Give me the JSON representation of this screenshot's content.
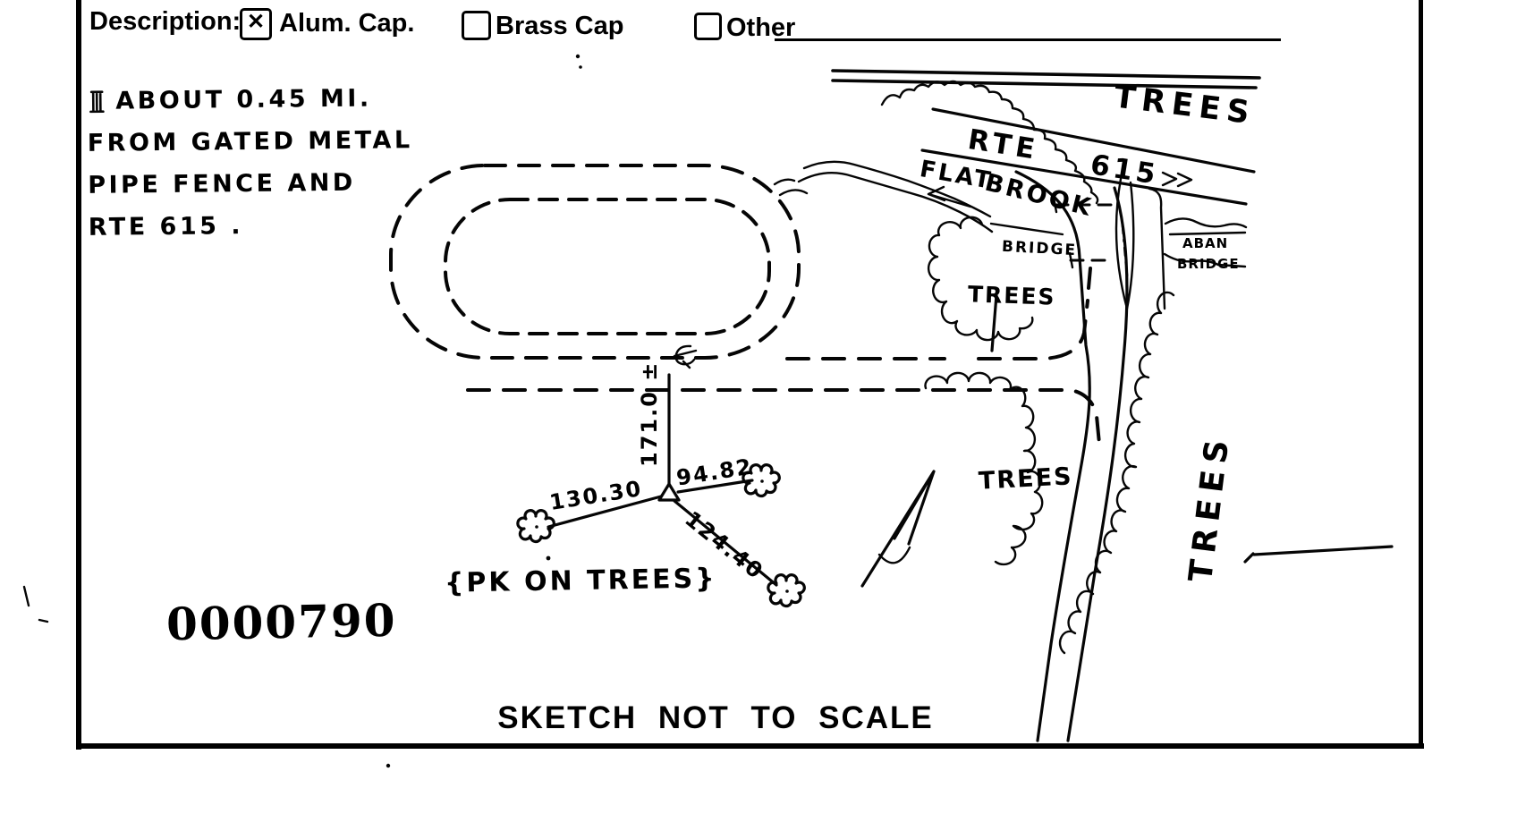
{
  "form": {
    "description_label": "Description:",
    "options": [
      {
        "label": "Alum. Cap.",
        "checked": true
      },
      {
        "label": "Brass Cap",
        "checked": false
      },
      {
        "label": "Other",
        "checked": false
      }
    ],
    "check_glyph": "✕"
  },
  "note": {
    "line1": "ABOUT 0.45 MI.",
    "line2": "FROM GATED METAL",
    "line3": "PIPE FENCE AND",
    "line4": "RTE 615 ."
  },
  "sketch": {
    "road_labels": {
      "rte": "RTE",
      "rte_number": "615"
    },
    "water_labels": {
      "flat": "FLAT",
      "brook": "BROOK",
      "bridge": "BRIDGE",
      "aban_bridge_line1": "ABAN",
      "aban_bridge_line2": "BRIDGE"
    },
    "tree_labels": {
      "top": "TREES",
      "mid": "TREES",
      "south": "TREES",
      "east_vertical": "TREES"
    },
    "ties": {
      "centerline_distance": "171.0 ±",
      "tie_left": "130.30",
      "tie_upper_right": "94.82",
      "tie_lower_right": "124.40",
      "pk_note": "{PK ON TREES}"
    },
    "icons": {
      "centerline_symbol": "℄",
      "monument_symbol": "witness-post",
      "north_arrow": "north-arrow",
      "brook_flow_arrow": "left-arrow",
      "route_direction_arrow": "double-chevron-right"
    }
  },
  "stamp": {
    "number": "0000790"
  },
  "footer": {
    "caption": "SKETCH NOT TO SCALE"
  }
}
